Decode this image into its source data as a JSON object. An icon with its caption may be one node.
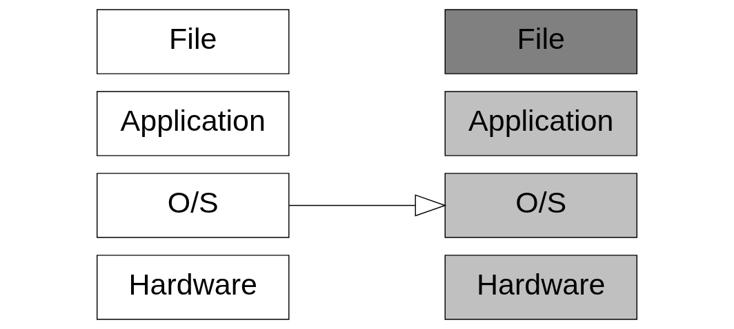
{
  "diagram": {
    "nodes": [
      {
        "text": [
          "File"
        ]
      },
      {
        "text": [
          "Application"
        ]
      },
      {
        "text": [
          "O/S"
        ]
      },
      {
        "text": [
          "Hardware"
        ]
      },
      {
        "text": [
          "File"
        ]
      },
      {
        "text": [
          "Application"
        ]
      },
      {
        "text": [
          "O/S"
        ]
      },
      {
        "text": [
          "Hardware"
        ]
      }
    ],
    "edges": [
      {
        "from": 2,
        "to": 6,
        "arrow": "to"
      }
    ]
  }
}
